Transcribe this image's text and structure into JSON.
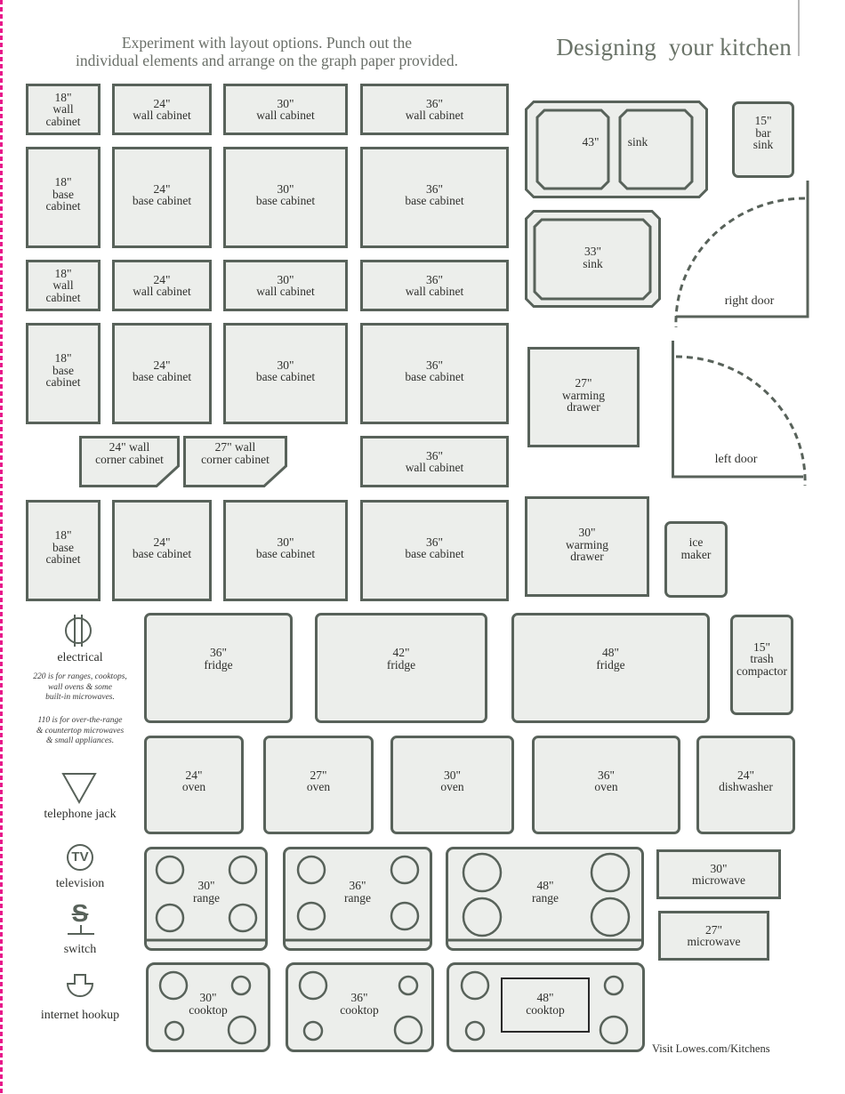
{
  "header": {
    "intro": "Experiment with layout options. Punch out the\nindividual elements and arrange on the graph paper provided.",
    "title": "Designing  your kitchen"
  },
  "cabinets": {
    "row1": [
      "18\"\nwall\ncabinet",
      "24\"\nwall cabinet",
      "30\"\nwall cabinet",
      "36\"\nwall cabinet"
    ],
    "row2": [
      "18\"\nbase\ncabinet",
      "24\"\nbase cabinet",
      "30\"\nbase cabinet",
      "36\"\nbase cabinet"
    ],
    "row3": [
      "18\"\nwall\ncabinet",
      "24\"\nwall cabinet",
      "30\"\nwall cabinet",
      "36\"\nwall cabinet"
    ],
    "row4": [
      "18\"\nbase\ncabinet",
      "24\"\nbase cabinet",
      "30\"\nbase cabinet",
      "36\"\nbase cabinet"
    ],
    "corner": [
      "24\" wall\ncorner cabinet",
      "27\" wall\ncorner cabinet"
    ],
    "row5_wall": "36\"\nwall cabinet",
    "row6": [
      "18\"\nbase\ncabinet",
      "24\"\nbase cabinet",
      "30\"\nbase cabinet",
      "36\"\nbase cabinet"
    ]
  },
  "sinks": {
    "double_left": "43\"",
    "double_right": "sink",
    "bar": "15\"\nbar\nsink",
    "single": "33\"\nsink"
  },
  "doors": {
    "right": "right door",
    "left": "left door"
  },
  "appliances": {
    "warming27": "27\"\nwarming\ndrawer",
    "warming30": "30\"\nwarming\ndrawer",
    "ice_maker": "ice\nmaker",
    "fridges": [
      "36\"\nfridge",
      "42\"\nfridge",
      "48\"\nfridge"
    ],
    "trash": "15\"\ntrash\ncompactor",
    "ovens": [
      "24\"\noven",
      "27\"\noven",
      "30\"\noven",
      "36\"\noven"
    ],
    "dishwasher": "24\"\ndishwasher",
    "ranges": [
      "30\"\nrange",
      "36\"\nrange",
      "48\"\nrange"
    ],
    "microwaves": [
      "30\"\nmicrowave",
      "27\"\nmicrowave"
    ],
    "cooktops": [
      "30\"\ncooktop",
      "36\"\ncooktop",
      "48\"\ncooktop"
    ]
  },
  "legend": {
    "electrical": "electrical",
    "electrical_note_220": "220  is for ranges, cooktops,\nwall ovens & some\nbuilt-in microwaves.",
    "electrical_note_110": "110 is for over-the-range\n& countertop microwaves\n& small appliances.",
    "telephone": "telephone jack",
    "tv_glyph": "TV",
    "television": "television",
    "switch_glyph": "S",
    "switch": "switch",
    "internet": "internet hookup"
  },
  "footer": {
    "link": "Visit Lowes.com/Kitchens"
  },
  "colors": {
    "outline": "#58625a",
    "fill": "#eceeeb",
    "cut_line": "#e8178a",
    "title": "#6a7368"
  }
}
